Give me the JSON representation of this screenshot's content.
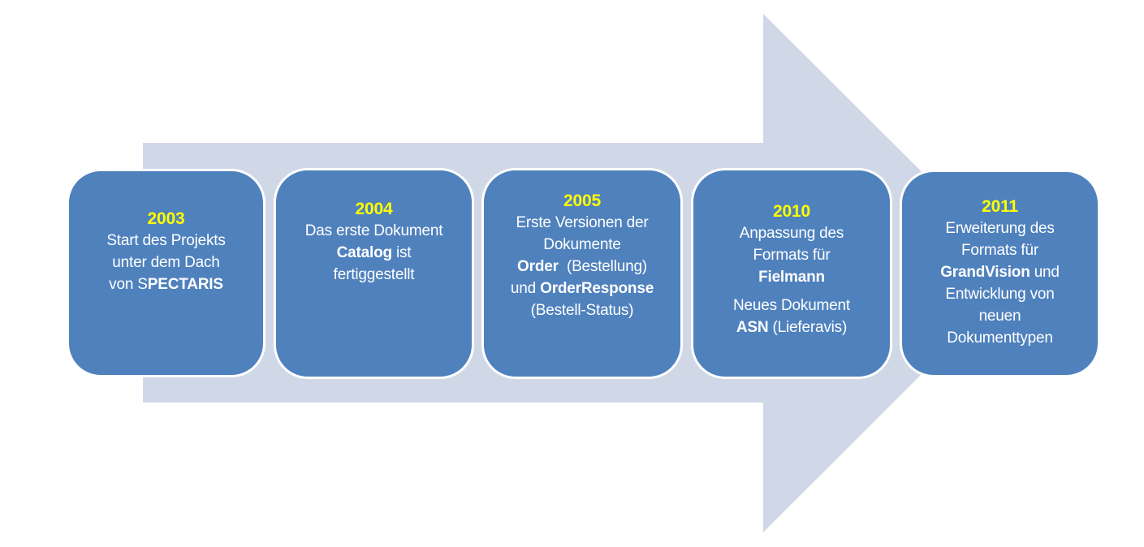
{
  "colors": {
    "arrow": "#d0d8e8",
    "box": "#4f81bd",
    "year": "#ffff00",
    "text": "#ffffff"
  },
  "milestones": [
    {
      "year": "2003",
      "paragraphs": [
        [
          [
            {
              "t": "Start des Projekts",
              "b": false
            }
          ],
          [
            {
              "t": "unter dem Dach",
              "b": false
            }
          ],
          [
            {
              "t": "von S",
              "b": false
            },
            {
              "t": "PECTARIS",
              "b": true
            }
          ]
        ]
      ]
    },
    {
      "year": "2004",
      "paragraphs": [
        [
          [
            {
              "t": "Das erste Dokument",
              "b": false
            }
          ],
          [
            {
              "t": "Catalog",
              "b": true
            },
            {
              "t": " ist",
              "b": false
            }
          ],
          [
            {
              "t": "fertiggestellt",
              "b": false
            }
          ]
        ]
      ]
    },
    {
      "year": "2005",
      "paragraphs": [
        [
          [
            {
              "t": "Erste Versionen der",
              "b": false
            }
          ],
          [
            {
              "t": "Dokumente",
              "b": false
            }
          ],
          [
            {
              "t": "Order",
              "b": true
            },
            {
              "t": "  (Bestellung)",
              "b": false
            }
          ],
          [
            {
              "t": "und ",
              "b": false
            },
            {
              "t": "OrderResponse",
              "b": true
            }
          ],
          [
            {
              "t": "(Bestell-Status)",
              "b": false
            }
          ]
        ]
      ]
    },
    {
      "year": "2010",
      "paragraphs": [
        [
          [
            {
              "t": "Anpassung des",
              "b": false
            }
          ],
          [
            {
              "t": "Formats für",
              "b": false
            }
          ],
          [
            {
              "t": "Fielmann",
              "b": true
            }
          ]
        ],
        [
          [
            {
              "t": "Neues Dokument",
              "b": false
            }
          ],
          [
            {
              "t": "ASN",
              "b": true
            },
            {
              "t": " (Lieferavis)",
              "b": false
            }
          ]
        ]
      ]
    },
    {
      "year": "2011",
      "paragraphs": [
        [
          [
            {
              "t": "Erweiterung des",
              "b": false
            }
          ],
          [
            {
              "t": "Formats für",
              "b": false
            }
          ],
          [
            {
              "t": "GrandVision",
              "b": true
            },
            {
              "t": " und",
              "b": false
            }
          ],
          [
            {
              "t": "Entwicklung von",
              "b": false
            }
          ],
          [
            {
              "t": "neuen",
              "b": false
            }
          ],
          [
            {
              "t": "Dokumenttypen",
              "b": false
            }
          ]
        ]
      ]
    }
  ]
}
